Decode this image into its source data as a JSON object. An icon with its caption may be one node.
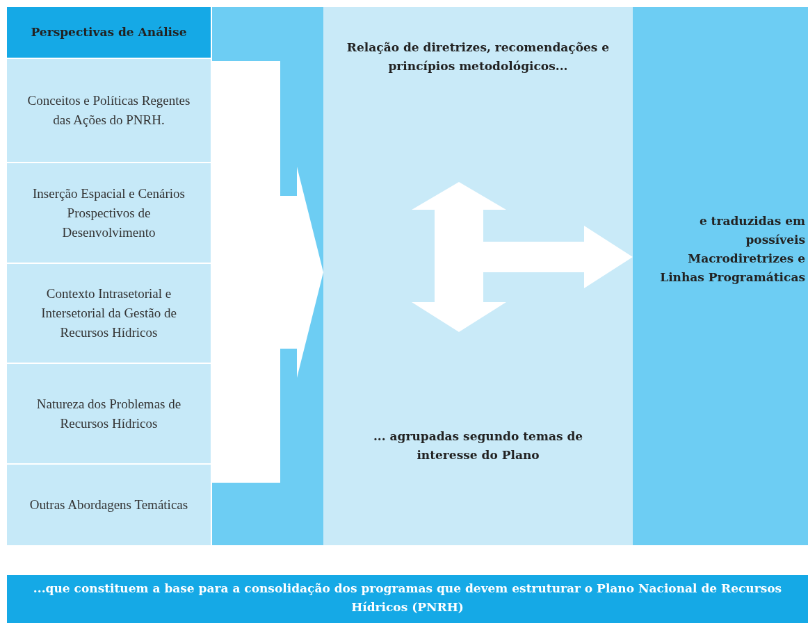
{
  "diagram": {
    "nodes": [
      {
        "text": [
          "Perspectivas de Análise"
        ]
      },
      {
        "text": [
          "Conceitos e Políticas Regentes das Ações do PNRH."
        ],
        "in": 0
      },
      {
        "text": [
          "Inserção Espacial e Cenários Prospectivos de Desenvolvimento"
        ],
        "in": 0
      },
      {
        "text": [
          "Contexto Intrasetorial e Intersetorial da Gestão de Recursos Hídricos"
        ],
        "in": 0
      },
      {
        "text": [
          "Natureza dos Problemas de Recursos Hídricos"
        ],
        "in": 0
      },
      {
        "text": [
          "Outras Abordagens Temáticas"
        ],
        "in": 0
      },
      {
        "text": [
          "Relação de diretrizes, recomendações e princípios metodológicos...",
          "... agrupadas segundo temas de interesse do Plano"
        ]
      },
      {
        "text": [
          "e traduzidas em possíveis Macrodiretrizes e Linhas Programáticas"
        ]
      },
      {
        "text": [
          "...que constituem a base para a consolidação dos programas que devem estruturar o Plano Nacional de Recursos Hídricos (PNRH)"
        ]
      }
    ],
    "edges": [
      {
        "from": 0,
        "to": 6,
        "arrow": "to"
      },
      {
        "from": 6,
        "to": 7,
        "arrow": "to"
      }
    ]
  }
}
